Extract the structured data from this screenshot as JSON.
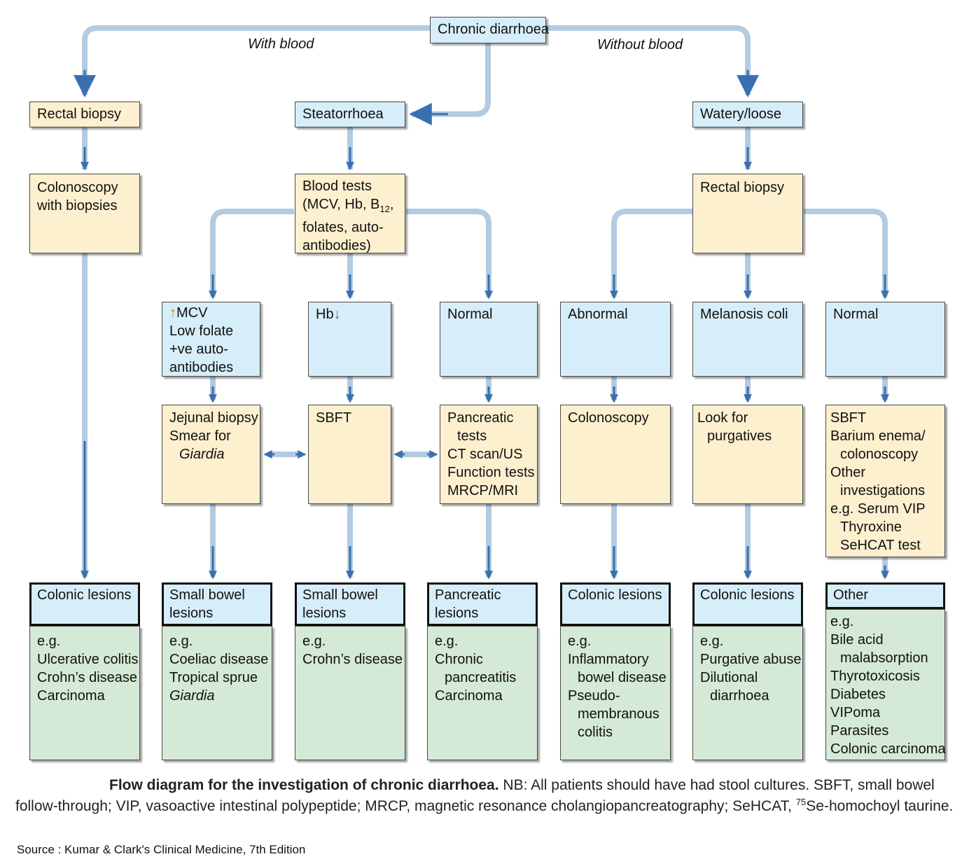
{
  "colors": {
    "node_blue": "#d6eef9",
    "node_yellow": "#fcf0cf",
    "node_green": "#d5e9d7",
    "arrow": "#3a6fb0"
  },
  "edge_labels": {
    "with_blood": "With blood",
    "without_blood": "Without blood"
  },
  "nodes": {
    "chronic_diarrhoea": "Chronic diarrhoea",
    "rectal_biopsy_left": "Rectal biopsy",
    "steatorrhoea": "Steatorrhoea",
    "watery_loose": "Watery/loose",
    "colonoscopy_biopsies": [
      "Colonoscopy",
      "with biopsies"
    ],
    "blood_tests": {
      "l1": "Blood tests",
      "l2a": "(MCV, Hb, B",
      "l2sub": "12",
      "l2b": ",",
      "l3": "folates, auto-",
      "l4": "antibodies)"
    },
    "rectal_biopsy_right": "Rectal biopsy",
    "mcv_node": {
      "arrow_up": "↑",
      "mcv": "MCV",
      "l2": "Low folate",
      "l3": "+ve auto-",
      "l4": "antibodies"
    },
    "hb_node": {
      "hb": "Hb",
      "arrow_down": "↓"
    },
    "normal_mid": "Normal",
    "abnormal": "Abnormal",
    "melanosis_coli": "Melanosis coli",
    "normal_right": "Normal",
    "jejunal_biopsy": {
      "l1": "Jejunal biopsy",
      "l2": "Smear for",
      "l3": "Giardia"
    },
    "sbft_mid": "SBFT",
    "pancreatic_tests": [
      "Pancreatic",
      "tests",
      "CT scan/US",
      "Function tests",
      "MRCP/MRI"
    ],
    "colonoscopy": "Colonoscopy",
    "look_for_purgatives": [
      "Look for",
      "purgatives"
    ],
    "sbft_right": [
      "SBFT",
      "Barium enema/",
      "colonoscopy",
      "Other",
      "investigations",
      "e.g. Serum VIP",
      "Thyroxine",
      "SeHCAT test"
    ]
  },
  "results": [
    {
      "header": [
        "Colonic lesions"
      ],
      "items": [
        "e.g.",
        "Ulcerative colitis",
        "Crohn’s disease",
        "Carcinoma"
      ]
    },
    {
      "header": [
        "Small bowel",
        "lesions"
      ],
      "items": [
        "e.g.",
        "Coeliac disease",
        "Tropical sprue",
        "Giardia"
      ]
    },
    {
      "header": [
        "Small bowel",
        "lesions"
      ],
      "items": [
        "e.g.",
        "Crohn’s disease"
      ]
    },
    {
      "header": [
        "Pancreatic",
        "lesions"
      ],
      "items": [
        "e.g.",
        "Chronic",
        "pancreatitis",
        "Carcinoma"
      ]
    },
    {
      "header": [
        "Colonic lesions"
      ],
      "items": [
        "e.g.",
        "Inflammatory",
        "bowel disease",
        "Pseudo-",
        "membranous",
        "colitis"
      ]
    },
    {
      "header": [
        "Colonic lesions"
      ],
      "items": [
        "e.g.",
        "Purgative abuse",
        "Dilutional",
        "diarrhoea"
      ]
    },
    {
      "header": [
        "Other"
      ],
      "items": [
        "e.g.",
        "Bile acid",
        "malabsorption",
        "Thyrotoxicosis",
        "Diabetes",
        "VIPoma",
        "Parasites",
        "Colonic carcinoma"
      ]
    }
  ],
  "caption": {
    "lead": "Flow diagram for the investigation of chronic diarrhoea.",
    "text_1": " NB: All patients should have had stool cultures. SBFT, small bowel follow-through; VIP, vasoactive intestinal polypeptide; MRCP, magnetic resonance cholangiopancreatography; SeHCAT, ",
    "sup": "75",
    "text_2": "Se-homochoyl taurine."
  },
  "source": "Source : Kumar & Clark's Clinical Medicine, 7th Edition"
}
